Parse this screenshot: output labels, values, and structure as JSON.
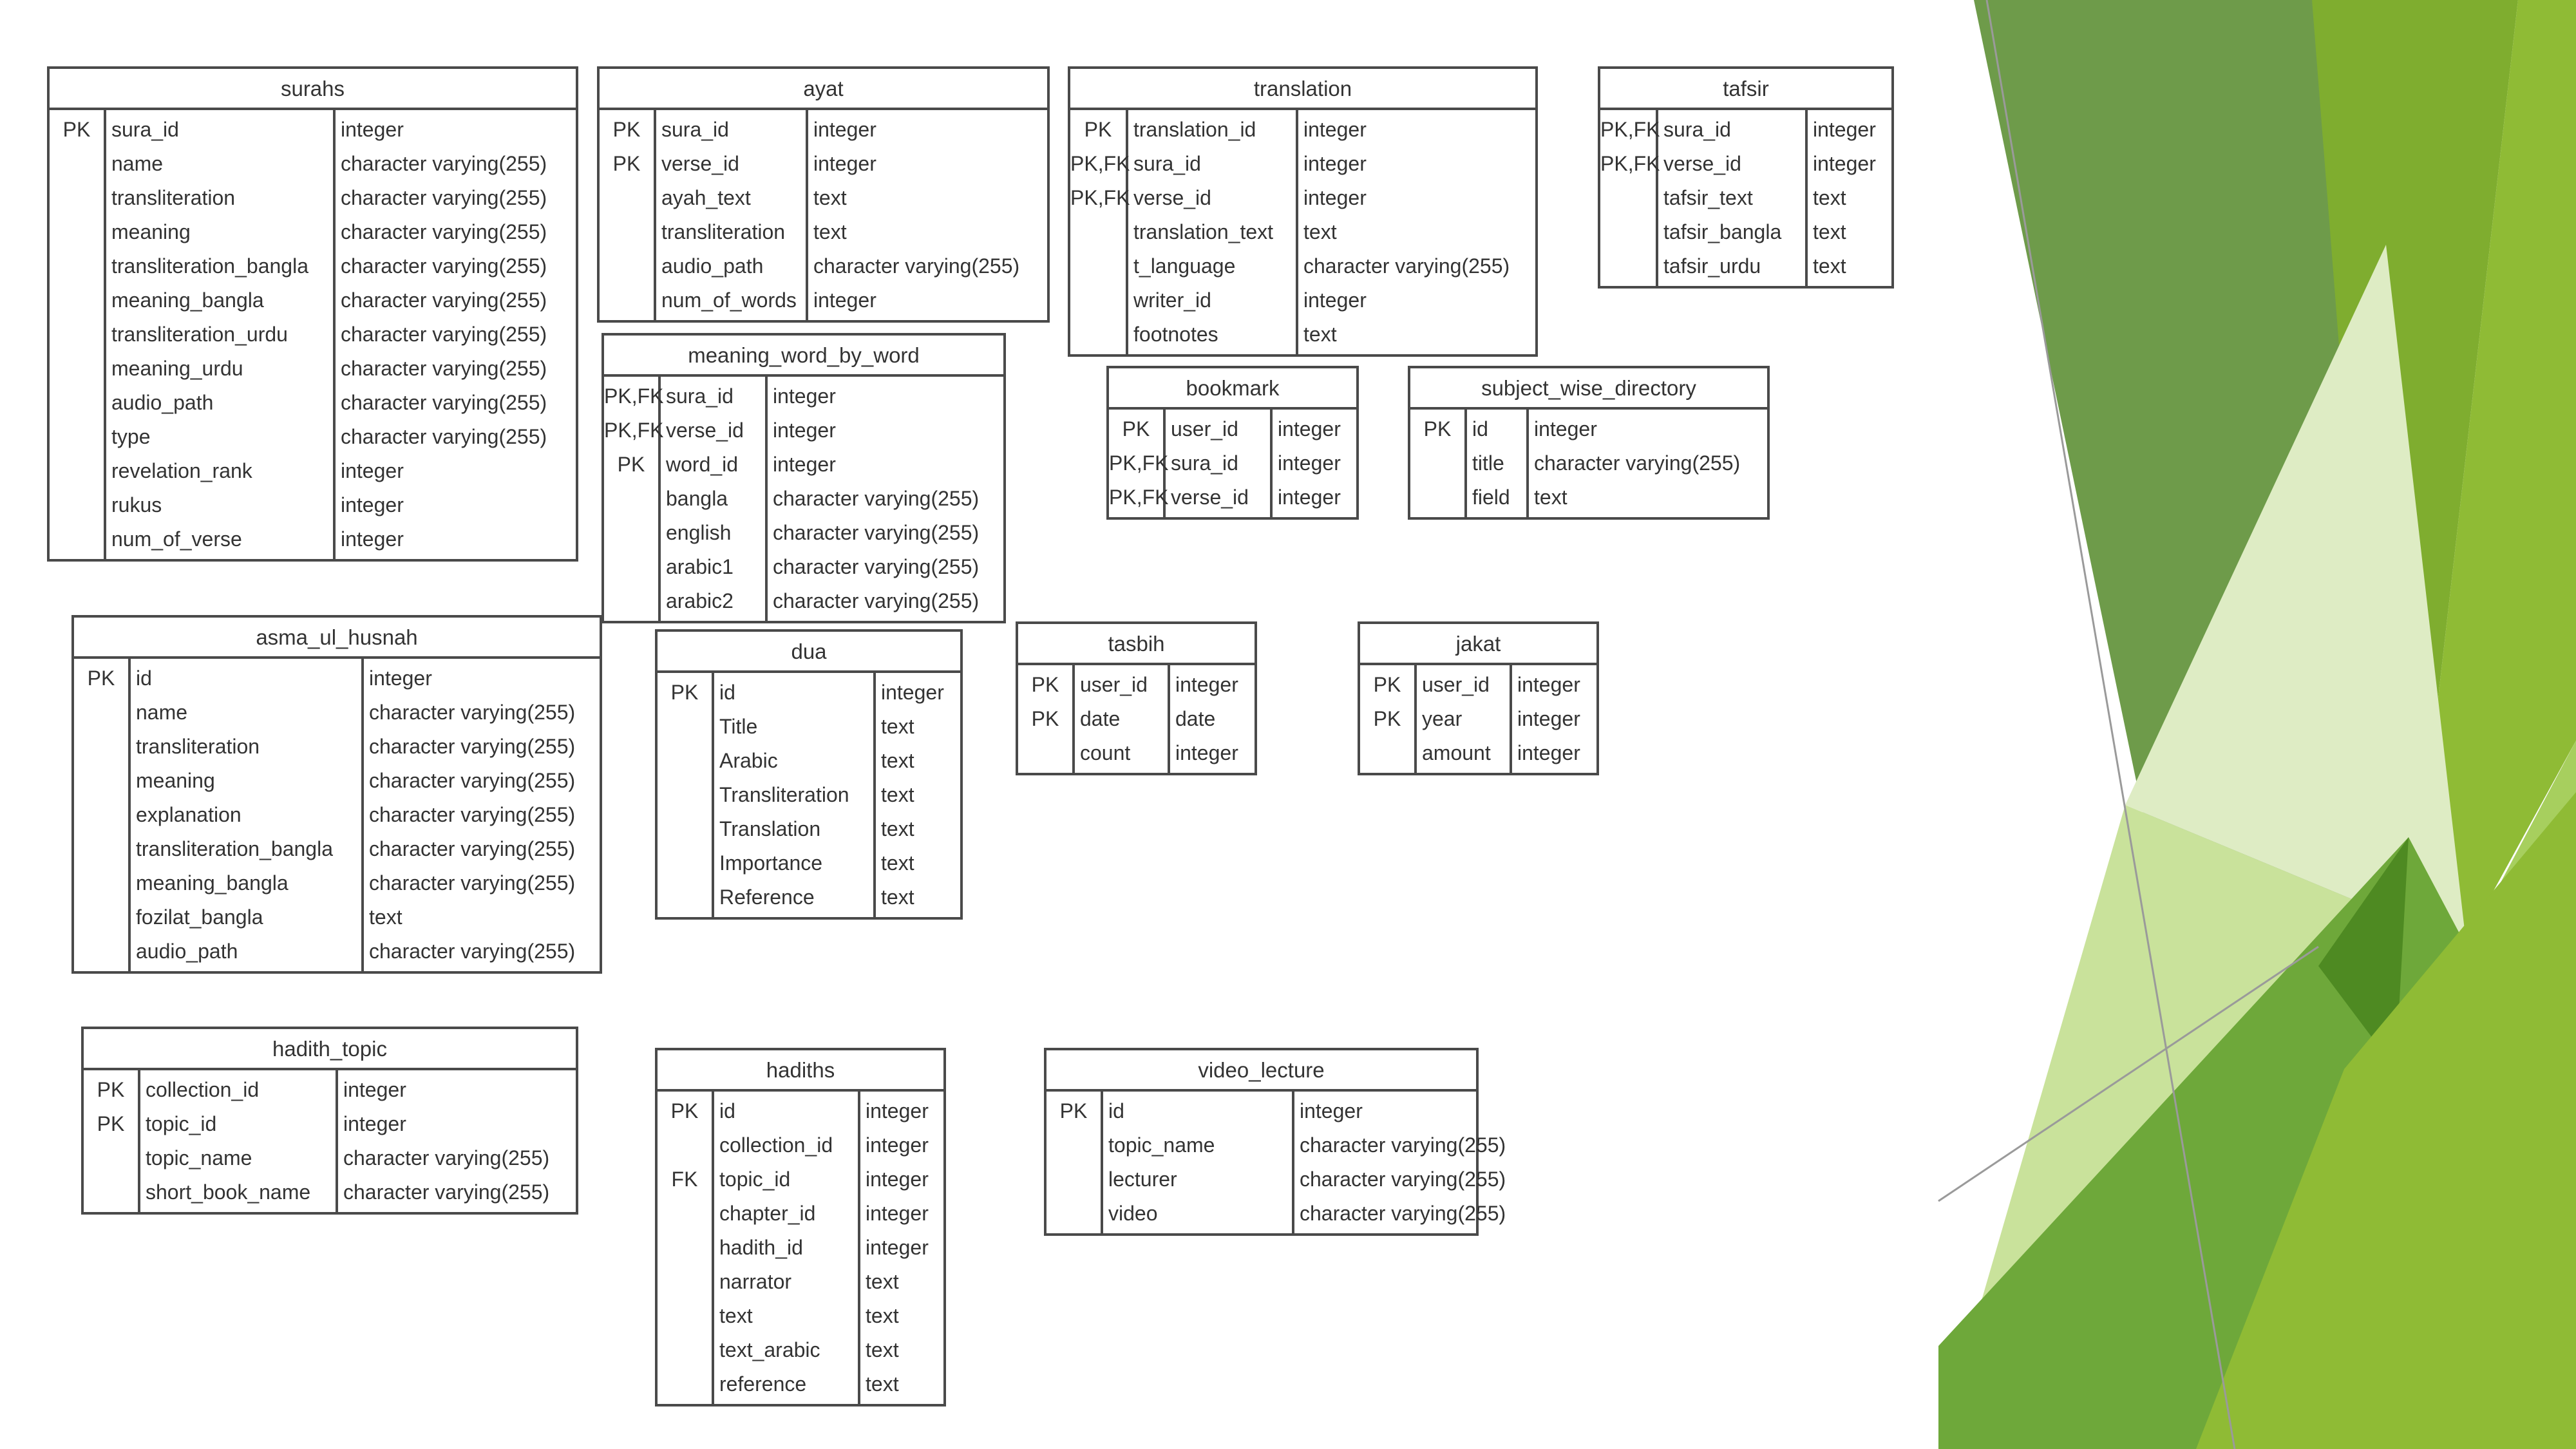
{
  "slide": {
    "decoration": {
      "colors": [
        "#6e9b4a",
        "#7fad2f",
        "#8fbb35",
        "#a7cf5e",
        "#c9e29b",
        "#deecc4",
        "#4e8a22"
      ]
    },
    "entities": [
      {
        "id": "surahs",
        "name": "surahs",
        "rows": [
          {
            "key": "PK",
            "name": "sura_id",
            "type": "integer"
          },
          {
            "key": "",
            "name": "name",
            "type": "character varying(255)"
          },
          {
            "key": "",
            "name": "transliteration",
            "type": "character varying(255)"
          },
          {
            "key": "",
            "name": "meaning",
            "type": "character varying(255)"
          },
          {
            "key": "",
            "name": "transliteration_bangla",
            "type": "character varying(255)"
          },
          {
            "key": "",
            "name": "meaning_bangla",
            "type": "character varying(255)"
          },
          {
            "key": "",
            "name": "transliteration_urdu",
            "type": "character varying(255)"
          },
          {
            "key": "",
            "name": "meaning_urdu",
            "type": "character varying(255)"
          },
          {
            "key": "",
            "name": "audio_path",
            "type": "character varying(255)"
          },
          {
            "key": "",
            "name": "type",
            "type": "character varying(255)"
          },
          {
            "key": "",
            "name": "revelation_rank",
            "type": "integer"
          },
          {
            "key": "",
            "name": "rukus",
            "type": "integer"
          },
          {
            "key": "",
            "name": "num_of_verse",
            "type": "integer"
          }
        ]
      },
      {
        "id": "ayat",
        "name": "ayat",
        "rows": [
          {
            "key": "PK",
            "name": "sura_id",
            "type": "integer"
          },
          {
            "key": "PK",
            "name": "verse_id",
            "type": "integer"
          },
          {
            "key": "",
            "name": "ayah_text",
            "type": "text"
          },
          {
            "key": "",
            "name": "transliteration",
            "type": "text"
          },
          {
            "key": "",
            "name": "audio_path",
            "type": "character varying(255)"
          },
          {
            "key": "",
            "name": "num_of_words",
            "type": "integer"
          }
        ]
      },
      {
        "id": "translation",
        "name": "translation",
        "rows": [
          {
            "key": "PK",
            "name": "translation_id",
            "type": "integer"
          },
          {
            "key": "PK,FK",
            "name": "sura_id",
            "type": "integer"
          },
          {
            "key": "PK,FK",
            "name": "verse_id",
            "type": "integer"
          },
          {
            "key": "",
            "name": "translation_text",
            "type": "text"
          },
          {
            "key": "",
            "name": "t_language",
            "type": "character varying(255)"
          },
          {
            "key": "",
            "name": "writer_id",
            "type": "integer"
          },
          {
            "key": "",
            "name": "footnotes",
            "type": "text"
          }
        ]
      },
      {
        "id": "tafsir",
        "name": "tafsir",
        "rows": [
          {
            "key": "PK,FK",
            "name": "sura_id",
            "type": "integer"
          },
          {
            "key": "PK,FK",
            "name": "verse_id",
            "type": "integer"
          },
          {
            "key": "",
            "name": "tafsir_text",
            "type": "text"
          },
          {
            "key": "",
            "name": "tafsir_bangla",
            "type": "text"
          },
          {
            "key": "",
            "name": "tafsir_urdu",
            "type": "text"
          }
        ]
      },
      {
        "id": "meaning_word_by_word",
        "name": "meaning_word_by_word",
        "rows": [
          {
            "key": "PK,FK",
            "name": "sura_id",
            "type": "integer"
          },
          {
            "key": "PK,FK",
            "name": "verse_id",
            "type": "integer"
          },
          {
            "key": "PK",
            "name": "word_id",
            "type": "integer"
          },
          {
            "key": "",
            "name": "bangla",
            "type": "character varying(255)"
          },
          {
            "key": "",
            "name": "english",
            "type": "character varying(255)"
          },
          {
            "key": "",
            "name": "arabic1",
            "type": "character varying(255)"
          },
          {
            "key": "",
            "name": "arabic2",
            "type": "character varying(255)"
          }
        ]
      },
      {
        "id": "bookmark",
        "name": "bookmark",
        "rows": [
          {
            "key": "PK",
            "name": "user_id",
            "type": "integer"
          },
          {
            "key": "PK,FK",
            "name": "sura_id",
            "type": "integer"
          },
          {
            "key": "PK,FK",
            "name": "verse_id",
            "type": "integer"
          }
        ]
      },
      {
        "id": "subject_wise_directory",
        "name": "subject_wise_directory",
        "rows": [
          {
            "key": "PK",
            "name": "id",
            "type": "integer"
          },
          {
            "key": "",
            "name": "title",
            "type": "character varying(255)"
          },
          {
            "key": "",
            "name": "field",
            "type": "text"
          }
        ]
      },
      {
        "id": "asma_ul_husnah",
        "name": "asma_ul_husnah",
        "rows": [
          {
            "key": "PK",
            "name": "id",
            "type": "integer"
          },
          {
            "key": "",
            "name": "name",
            "type": "character varying(255)"
          },
          {
            "key": "",
            "name": "transliteration",
            "type": "character varying(255)"
          },
          {
            "key": "",
            "name": "meaning",
            "type": "character varying(255)"
          },
          {
            "key": "",
            "name": "explanation",
            "type": "character varying(255)"
          },
          {
            "key": "",
            "name": "transliteration_bangla",
            "type": "character varying(255)"
          },
          {
            "key": "",
            "name": "meaning_bangla",
            "type": "character varying(255)"
          },
          {
            "key": "",
            "name": "fozilat_bangla",
            "type": "text"
          },
          {
            "key": "",
            "name": "audio_path",
            "type": "character varying(255)"
          }
        ]
      },
      {
        "id": "dua",
        "name": "dua",
        "rows": [
          {
            "key": "PK",
            "name": "id",
            "type": "integer"
          },
          {
            "key": "",
            "name": "Title",
            "type": "text"
          },
          {
            "key": "",
            "name": "Arabic",
            "type": "text"
          },
          {
            "key": "",
            "name": "Transliteration",
            "type": "text"
          },
          {
            "key": "",
            "name": "Translation",
            "type": "text"
          },
          {
            "key": "",
            "name": "Importance",
            "type": "text"
          },
          {
            "key": "",
            "name": "Reference",
            "type": "text"
          }
        ]
      },
      {
        "id": "tasbih",
        "name": "tasbih",
        "rows": [
          {
            "key": "PK",
            "name": "user_id",
            "type": "integer"
          },
          {
            "key": "PK",
            "name": "date",
            "type": "date"
          },
          {
            "key": "",
            "name": "count",
            "type": "integer"
          }
        ]
      },
      {
        "id": "jakat",
        "name": "jakat",
        "rows": [
          {
            "key": "PK",
            "name": "user_id",
            "type": "integer"
          },
          {
            "key": "PK",
            "name": "year",
            "type": "integer"
          },
          {
            "key": "",
            "name": "amount",
            "type": "integer"
          }
        ]
      },
      {
        "id": "hadith_topic",
        "name": "hadith_topic",
        "rows": [
          {
            "key": "PK",
            "name": "collection_id",
            "type": "integer"
          },
          {
            "key": "PK",
            "name": "topic_id",
            "type": "integer"
          },
          {
            "key": "",
            "name": "topic_name",
            "type": "character varying(255)"
          },
          {
            "key": "",
            "name": "short_book_name",
            "type": "character varying(255)"
          }
        ]
      },
      {
        "id": "hadiths",
        "name": "hadiths",
        "rows": [
          {
            "key": "PK",
            "name": "id",
            "type": "integer"
          },
          {
            "key": "",
            "name": "collection_id",
            "type": "integer"
          },
          {
            "key": "FK",
            "name": "topic_id",
            "type": "integer"
          },
          {
            "key": "",
            "name": "chapter_id",
            "type": "integer"
          },
          {
            "key": "",
            "name": "hadith_id",
            "type": "integer"
          },
          {
            "key": "",
            "name": "narrator",
            "type": "text"
          },
          {
            "key": "",
            "name": "text",
            "type": "text"
          },
          {
            "key": "",
            "name": "text_arabic",
            "type": "text"
          },
          {
            "key": "",
            "name": "reference",
            "type": "text"
          }
        ]
      },
      {
        "id": "video_lecture",
        "name": "video_lecture",
        "rows": [
          {
            "key": "PK",
            "name": "id",
            "type": "integer"
          },
          {
            "key": "",
            "name": "topic_name",
            "type": "character varying(255)"
          },
          {
            "key": "",
            "name": "lecturer",
            "type": "character varying(255)"
          },
          {
            "key": "",
            "name": "video",
            "type": "character varying(255)"
          }
        ]
      }
    ]
  }
}
